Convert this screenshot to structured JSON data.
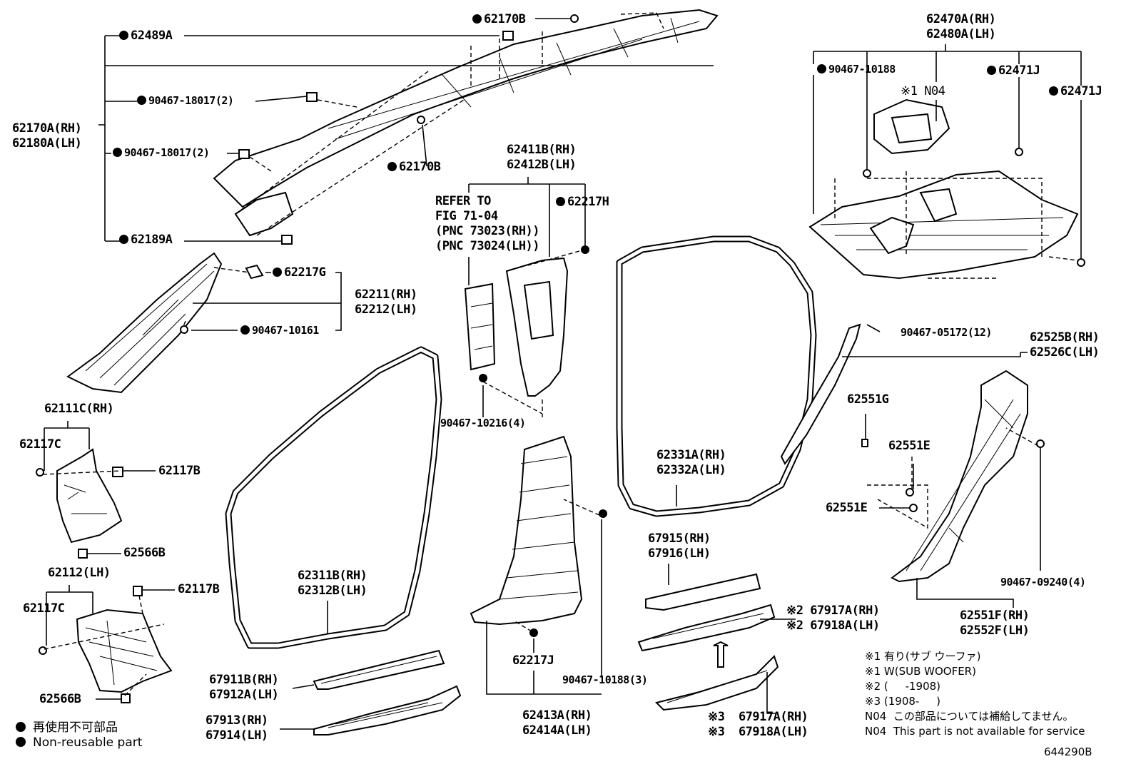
{
  "diagram_id": "644290B",
  "labels": {
    "p62170B_top": "62170B",
    "p62489A": "62489A",
    "p62170A": "62170A(RH)\n62180A(LH)",
    "p90467_18017_a": "90467-18017(2)",
    "p90467_18017_b": "90467-18017(2)",
    "p62170B_mid": "62170B",
    "p62189A": "62189A",
    "p62217G": "62217G",
    "p62211": "62211(RH)\n62212(LH)",
    "p90467_10161": "90467-10161",
    "p62111C": "62111C(RH)",
    "p62117C_a": "62117C",
    "p62117B_a": "62117B",
    "p62566B_a": "62566B",
    "p62112": "62112(LH)",
    "p62117C_b": "62117C",
    "p62117B_b": "62117B",
    "p62566B_b": "62566B",
    "p62411B": "62411B(RH)\n62412B(LH)",
    "p62217H": "62217H",
    "refer": "REFER TO\nFIG 71-04\n(PNC 73023(RH))\n(PNC 73024(LH))",
    "p90467_10216": "90467-10216(4)",
    "p62311B": "62311B(RH)\n62312B(LH)",
    "p67911B": "67911B(RH)\n67912A(LH)",
    "p67913": "67913(RH)\n67914(LH)",
    "p62217J": "62217J",
    "p90467_10188_3": "90467-10188(3)",
    "p62413A": "62413A(RH)\n62414A(LH)",
    "p62331A": "62331A(RH)\n62332A(LH)",
    "p67915": "67915(RH)\n67916(LH)",
    "p67917A_2": "※2 67917A(RH)\n※2 67918A(LH)",
    "p67917A_3": "※3  67917A(RH)\n※3  67918A(LH)",
    "p62470A": "62470A(RH)\n62480A(LH)",
    "p90467_10188": "90467-10188",
    "n04": "※1 N04",
    "p62471J_a": "62471J",
    "p62471J_b": "62471J",
    "p90467_05172": "90467-05172(12)",
    "p62525B": "62525B(RH)\n62526C(LH)",
    "p62551G": "62551G",
    "p62551E_a": "62551E",
    "p62551E_b": "62551E",
    "p90467_09240": "90467-09240(4)",
    "p62551F": "62551F(RH)\n62552F(LH)"
  },
  "notes": [
    "※1 有り(サブ ウーファ)",
    "※1 W(SUB WOOFER)",
    "※2 (     -1908)",
    "※3 (1908-     )",
    "N04  この部品については補給してません。",
    "N04  This part is not available for service"
  ],
  "legend": {
    "jp": "再使用不可部品",
    "en": "Non-reusable part"
  }
}
